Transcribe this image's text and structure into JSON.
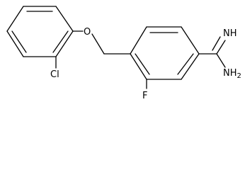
{
  "atoms": {
    "o": "O",
    "cl": "Cl",
    "f": "F",
    "nh": "NH",
    "nh2": "NH",
    "nh2_sub": "2"
  }
}
